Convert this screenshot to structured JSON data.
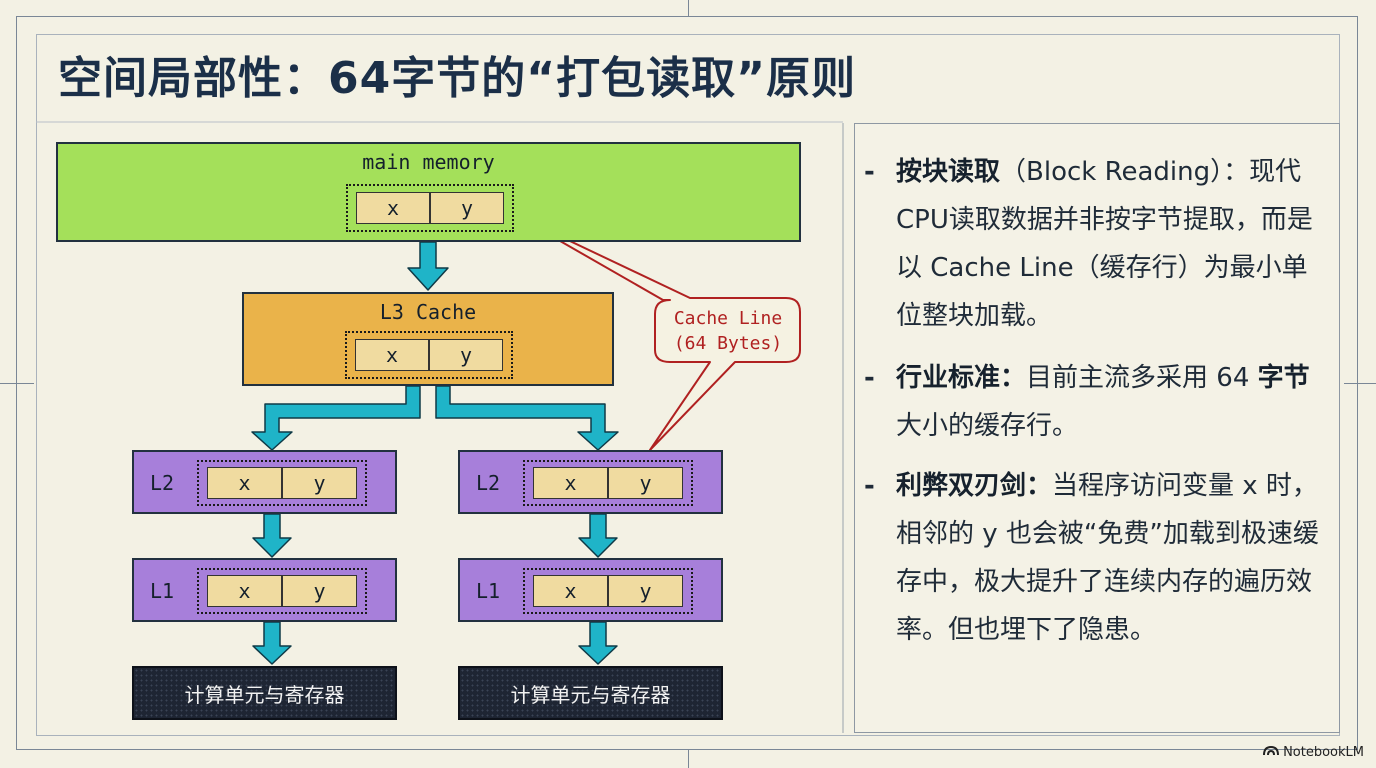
{
  "title": "空间局部性：64字节的“打包读取”原则",
  "diagram": {
    "main_memory": {
      "label": "main memory",
      "cells": [
        "x",
        "y"
      ]
    },
    "l3": {
      "label": "L3 Cache",
      "cells": [
        "x",
        "y"
      ]
    },
    "left": {
      "l2": {
        "label": "L2",
        "cells": [
          "x",
          "y"
        ]
      },
      "l1": {
        "label": "L1",
        "cells": [
          "x",
          "y"
        ]
      },
      "cpu": "计算单元与寄存器"
    },
    "right": {
      "l2": {
        "label": "L2",
        "cells": [
          "x",
          "y"
        ]
      },
      "l1": {
        "label": "L1",
        "cells": [
          "x",
          "y"
        ]
      },
      "cpu": "计算单元与寄存器"
    },
    "callout": {
      "line1": "Cache Line",
      "line2": "(64 Bytes)"
    },
    "colors": {
      "memory": "#a4e05a",
      "l3": "#eab34a",
      "l2l1": "#a77fda",
      "arrow": "#1fb4c8",
      "callout": "#b02121"
    }
  },
  "bullets": [
    {
      "dash": "-",
      "bold": "按块读取",
      "text": "（Block Reading）：现代CPU读取数据并非按字节提取，而是以 Cache Line（缓存行）为最小单位整块加载。"
    },
    {
      "dash": "-",
      "bold": "行业标准：",
      "text": "目前主流多采用 64 ",
      "bold2": "字节",
      "text2": " 大小的缓存行。"
    },
    {
      "dash": "-",
      "bold": "利弊双刃剑：",
      "text": "当程序访问变量 x 时，相邻的 y 也会被“免费”加载到极速缓存中，极大提升了连续内存的遍历效率。但也埋下了隐患。"
    }
  ],
  "watermark": "NotebookLM"
}
